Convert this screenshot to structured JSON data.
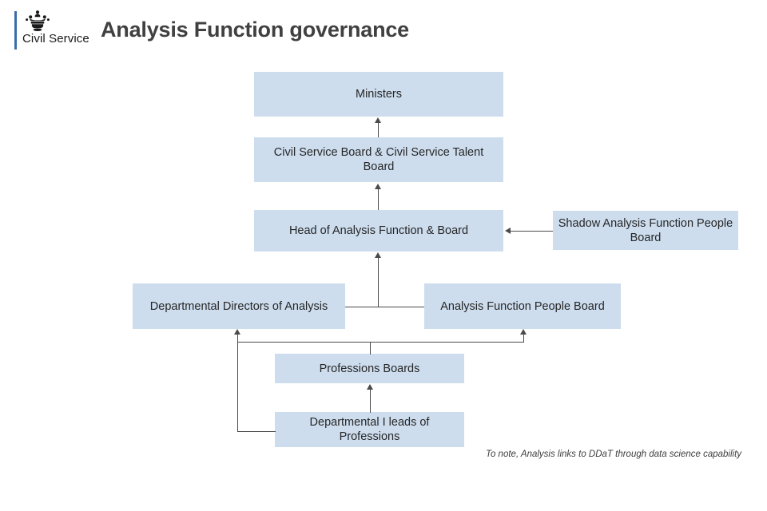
{
  "brand": {
    "name": "Civil Service",
    "logo_icon": "royal-crown-icon",
    "accent_color": "#3b6ea8"
  },
  "header": {
    "title": "Analysis Function governance"
  },
  "diagram": {
    "type": "flowchart",
    "node_fill_color": "#cdddee",
    "connector_color": "#4a4a4a",
    "nodes": [
      {
        "id": "ministers",
        "label": "Ministers"
      },
      {
        "id": "csb",
        "label": "Civil Service Board & Civil Service Talent Board"
      },
      {
        "id": "head",
        "label": "Head of Analysis Function & Board"
      },
      {
        "id": "shadow",
        "label": "Shadow Analysis Function People Board"
      },
      {
        "id": "ddoa",
        "label": "Departmental Directors of Analysis"
      },
      {
        "id": "afpb",
        "label": "Analysis Function People Board"
      },
      {
        "id": "professions",
        "label": "Professions Boards"
      },
      {
        "id": "deptleads",
        "label": "Departmental I leads of Professions"
      }
    ],
    "edges": [
      {
        "from": "csb",
        "to": "ministers",
        "arrow": "up"
      },
      {
        "from": "head",
        "to": "csb",
        "arrow": "up"
      },
      {
        "from": "shadow",
        "to": "head",
        "arrow": "left"
      },
      {
        "from": "ddoa",
        "to": "head",
        "arrow": "up"
      },
      {
        "from": "ddoa",
        "to": "afpb",
        "arrow": "none"
      },
      {
        "from": "professions",
        "to": "ddoa",
        "arrow": "up"
      },
      {
        "from": "professions",
        "to": "afpb",
        "arrow": "up"
      },
      {
        "from": "deptleads",
        "to": "professions",
        "arrow": "up"
      },
      {
        "from": "deptleads",
        "to": "ddoa",
        "arrow": "up"
      }
    ]
  },
  "footnote": {
    "text": "To note, Analysis links to DDaT through data science capability"
  }
}
